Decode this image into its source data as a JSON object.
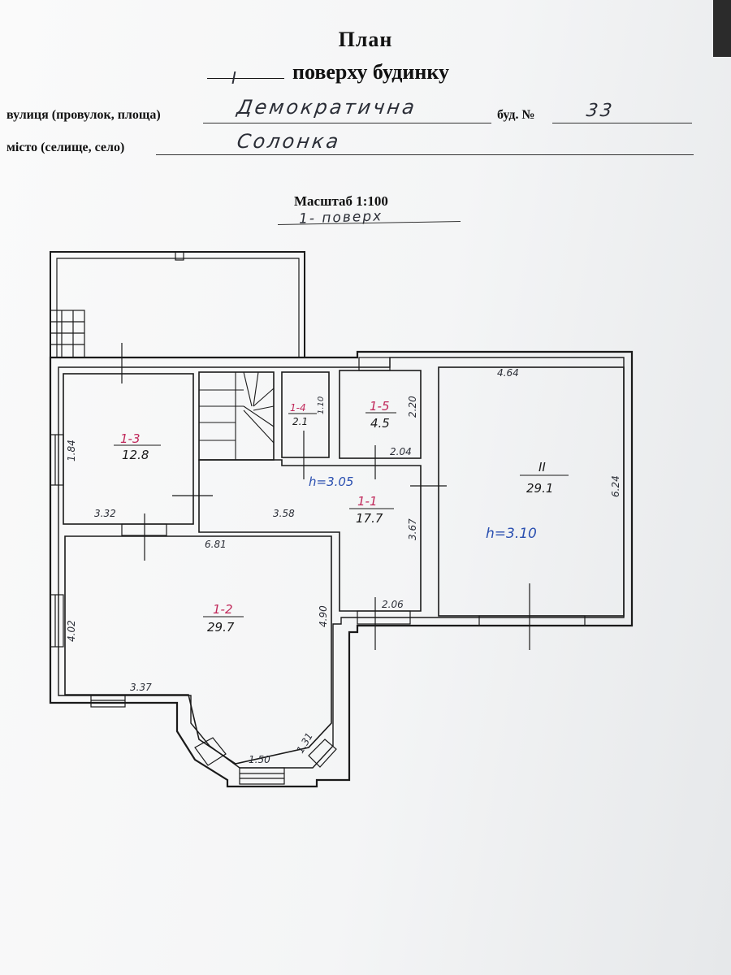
{
  "header": {
    "title": "План",
    "floor_number": "I",
    "subtitle": "поверху будинку"
  },
  "fields": {
    "street_label": "вулиця (провулок, площа)",
    "street_value": "Демократична",
    "building_label": "буд. №",
    "building_value": "33",
    "city_label": "місто (селище, село)",
    "city_value": "Солонка"
  },
  "scale": {
    "label": "Масштаб 1:100",
    "floor_note": "1- поверх"
  },
  "rooms": {
    "r1_1": {
      "code": "1-1",
      "area": "17.7"
    },
    "r1_2": {
      "code": "1-2",
      "area": "29.7"
    },
    "r1_3": {
      "code": "1-3",
      "area": "12.8"
    },
    "r1_4": {
      "code": "1-4",
      "area": "2.1"
    },
    "r1_5": {
      "code": "1-5",
      "area": "4.5"
    },
    "garage": {
      "code": "II",
      "area": "29.1"
    }
  },
  "dimensions": {
    "d_464": "4.64",
    "d_624": "6.24",
    "d_220": "2.20",
    "d_204": "2.04",
    "d_184": "1.84",
    "d_332": "3.32",
    "d_358": "3.58",
    "d_367": "3.67",
    "d_681": "6.81",
    "d_490": "4.90",
    "d_206": "2.06",
    "d_402": "4.02",
    "d_337": "3.37",
    "d_150": "1.50",
    "d_131": "1.31",
    "d_110": "1.10"
  },
  "heights": {
    "h_main": "h=3.05",
    "h_garage": "h=3.10"
  },
  "colors": {
    "ink": "#1a1a1a",
    "red_pen": "#c0285a",
    "blue_pen": "#2a4fb0",
    "pencil": "#2a2d36"
  }
}
